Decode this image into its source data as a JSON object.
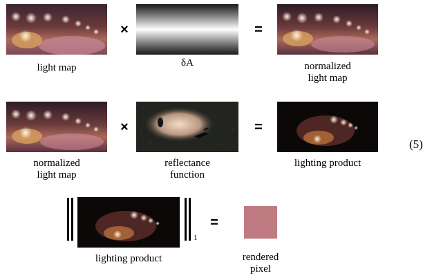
{
  "equation_number": "(5)",
  "rows": [
    {
      "terms": [
        {
          "id": "light-map",
          "caption": [
            "light map"
          ]
        },
        {
          "id": "delta-a",
          "caption": [
            "δA"
          ]
        },
        {
          "id": "normalized-light-map",
          "caption": [
            "normalized",
            "light map"
          ]
        }
      ],
      "operators": [
        "×",
        "="
      ]
    },
    {
      "terms": [
        {
          "id": "normalized-light-map",
          "caption": [
            "normalized",
            "light map"
          ]
        },
        {
          "id": "reflectance-function",
          "caption": [
            "reflectance",
            "function"
          ]
        },
        {
          "id": "lighting-product",
          "caption": [
            "lighting product"
          ]
        }
      ],
      "operators": [
        "×",
        "="
      ]
    },
    {
      "terms": [
        {
          "id": "lighting-product-norm",
          "caption": [
            "lighting product"
          ]
        },
        {
          "id": "rendered-pixel",
          "caption": [
            "rendered",
            "pixel"
          ]
        }
      ],
      "operators": [
        "="
      ],
      "norm_subscript": "1"
    }
  ],
  "colors": {
    "rendered_pixel": "#c07a82",
    "text": "#000000"
  }
}
